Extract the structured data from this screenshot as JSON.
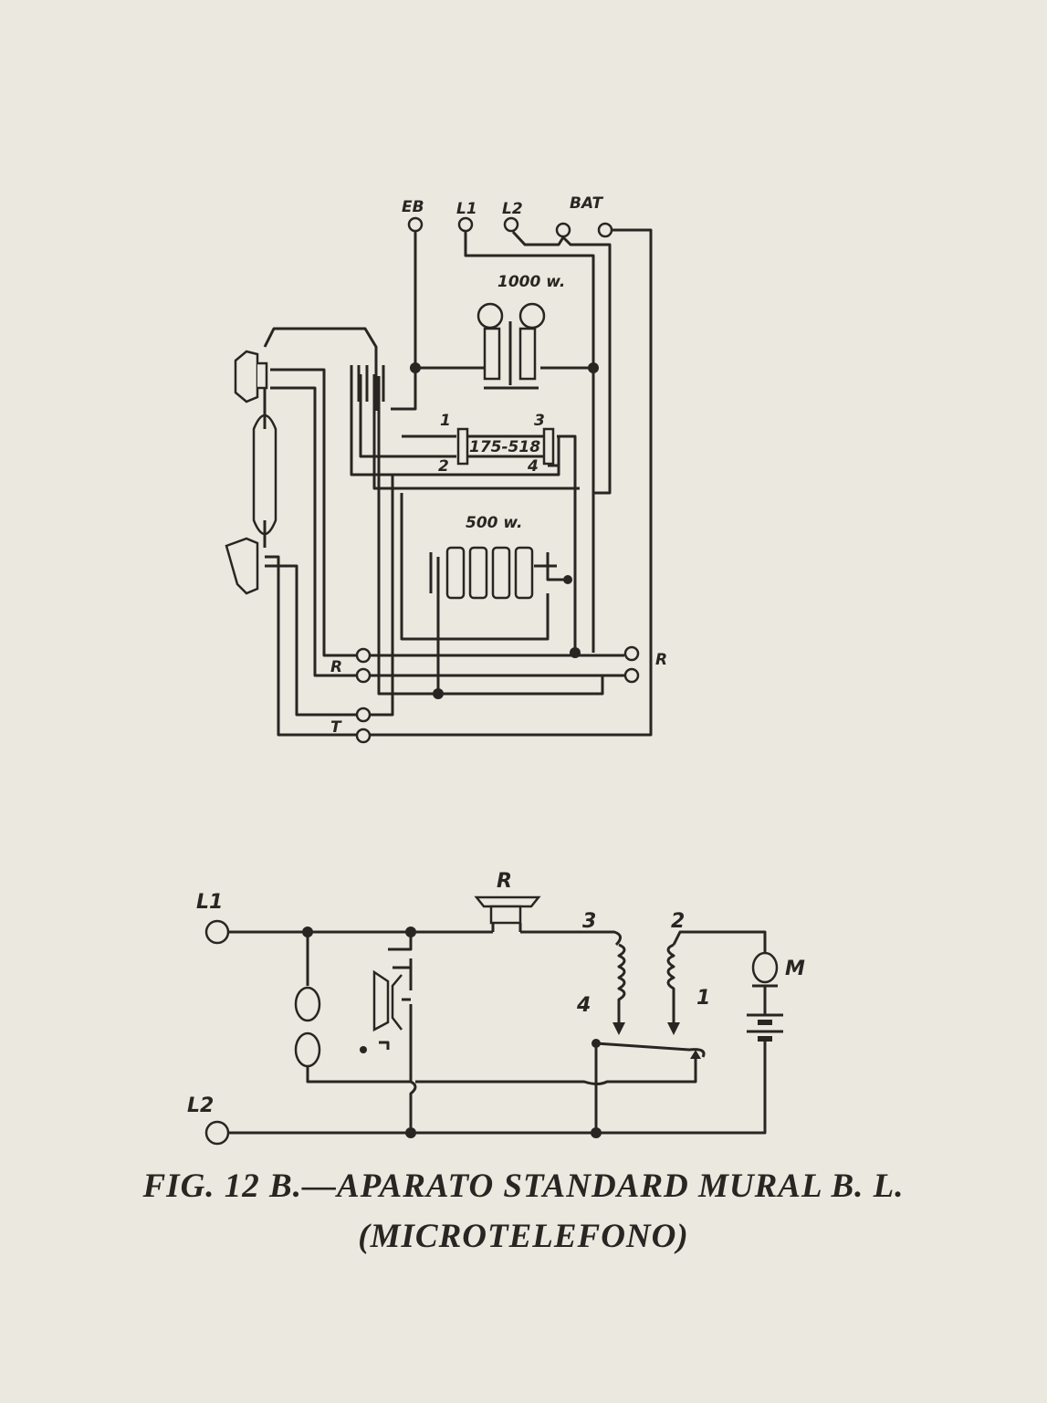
{
  "wiring_diagram": {
    "terminals_top": [
      "EB",
      "L1",
      "L2",
      "BAT"
    ],
    "ringer_label": "1000 w.",
    "coil_label": "175-518",
    "coil_terminals": [
      "1",
      "2",
      "3",
      "4"
    ],
    "generator_label": "500 w.",
    "side_labels": {
      "left_r": "R",
      "right_r": "R",
      "t": "T"
    }
  },
  "schematic": {
    "l1": "L1",
    "l2": "L2",
    "receiver": "R",
    "microphone": "M",
    "coil_terminals": [
      "3",
      "2",
      "4",
      "1"
    ]
  },
  "caption": {
    "line1": "FIG. 12 B.—APARATO STANDARD MURAL B. L.",
    "line2": "(MICROTELEFONO)"
  }
}
